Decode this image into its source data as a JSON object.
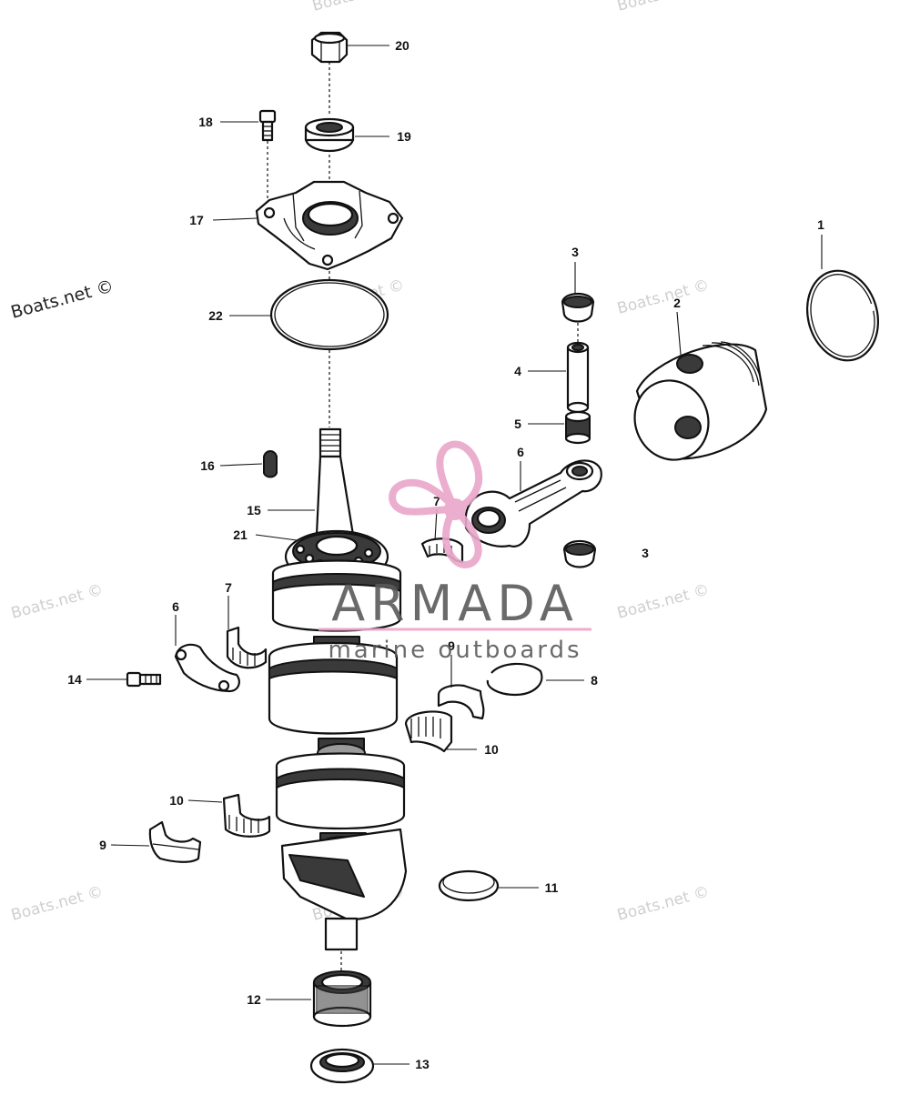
{
  "watermark": {
    "site": "Boats.net ©"
  },
  "logo": {
    "brand": "ARMADA",
    "tagline": "marine outboards",
    "accent": "#e9a6c9"
  },
  "callouts": [
    "1",
    "2",
    "3",
    "3",
    "4",
    "5",
    "6",
    "6",
    "7",
    "7",
    "8",
    "9",
    "9",
    "10",
    "10",
    "11",
    "12",
    "13",
    "14",
    "15",
    "16",
    "17",
    "18",
    "19",
    "20",
    "21",
    "22"
  ],
  "icons": [
    "propeller-logo-icon"
  ]
}
